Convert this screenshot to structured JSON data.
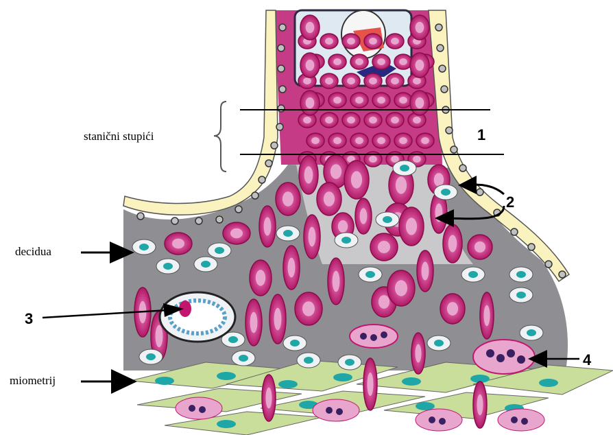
{
  "labels": {
    "stanicni_stupici": "stanični stupići",
    "decidua": "decidua",
    "miometrij": "miometrij",
    "n1": "1",
    "n2": "2",
    "n3": "3",
    "n4": "4"
  },
  "colors": {
    "decidua_gray": "#8f8f93",
    "light_gray": "#c9c9cc",
    "trophoblast_yellow": "#fbf3bf",
    "cell_magenta": "#c2156e",
    "cell_pink": "#e8a6cf",
    "nucleus_teal": "#1fa7a7",
    "muscle_green": "#c9de9a",
    "villus_core": "#dfe9f2"
  }
}
